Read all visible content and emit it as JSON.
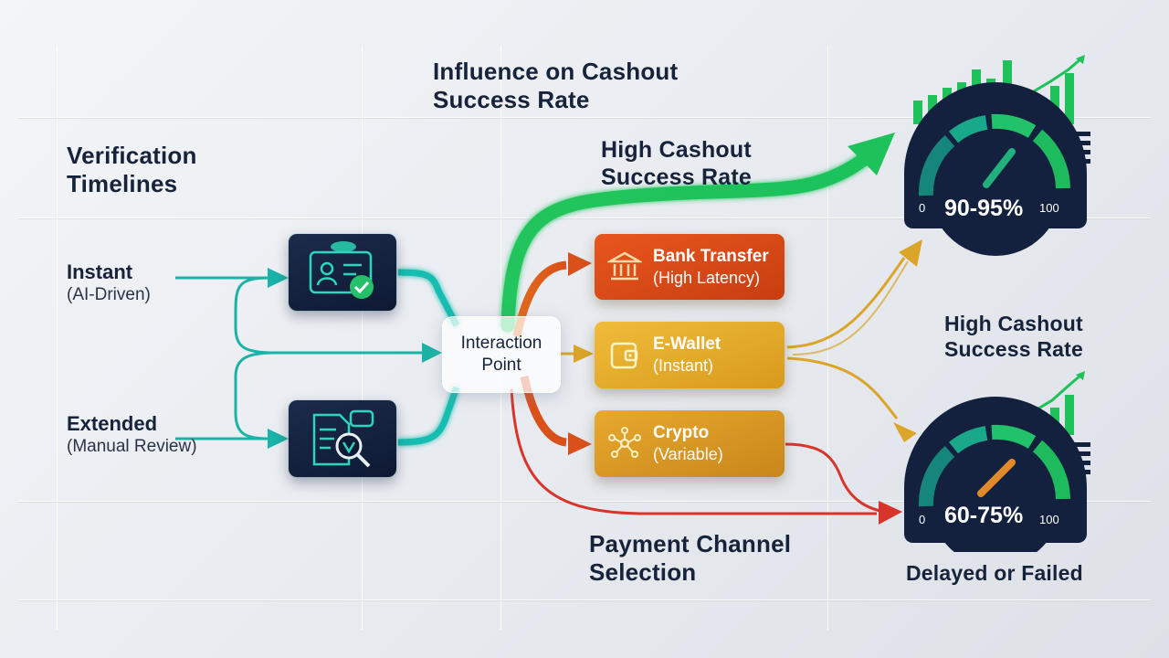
{
  "title": {
    "line1": "Influence on Cashout",
    "line2": "Success Rate"
  },
  "timelines": {
    "heading_line1": "Verification",
    "heading_line2": "Timelines",
    "instant": {
      "label": "Instant",
      "sub": "(AI-Driven)"
    },
    "extended": {
      "label": "Extended",
      "sub": "(Manual Review)"
    }
  },
  "interaction_point": {
    "line1": "Interaction",
    "line2": "Point"
  },
  "channels": {
    "heading_line1": "Payment Channel",
    "heading_line2": "Selection",
    "bank": {
      "title": "Bank Transfer",
      "sub": "(High Latency)",
      "icon": "bank-icon",
      "color": "#d94a17"
    },
    "ewallet": {
      "title": "E-Wallet",
      "sub": "(Instant)",
      "icon": "wallet-icon",
      "color": "#e4ac2c"
    },
    "crypto": {
      "title": "Crypto",
      "sub": "(Variable)",
      "icon": "network-icon",
      "color": "#d8981f"
    }
  },
  "outcomes": {
    "high": {
      "label_top_line1": "High Cashout",
      "label_top_line2": "Success Rate",
      "label_right_line1": "High Cashout",
      "label_right_line2": "Success Rate",
      "gauge_value": "90-95%",
      "gauge_min": "0",
      "gauge_max": "100",
      "needle_color": "#22b07d"
    },
    "low": {
      "gauge_value": "60-75%",
      "gauge_min": "0",
      "gauge_max": "100",
      "label": "Delayed or Failed",
      "needle_color": "#e08a2c"
    }
  },
  "colors": {
    "teal": "#1bb3a6",
    "green": "#1fc25a",
    "orange": "#e0561c",
    "yellow": "#dba52a",
    "red": "#d8342a",
    "navy": "#13213f"
  }
}
